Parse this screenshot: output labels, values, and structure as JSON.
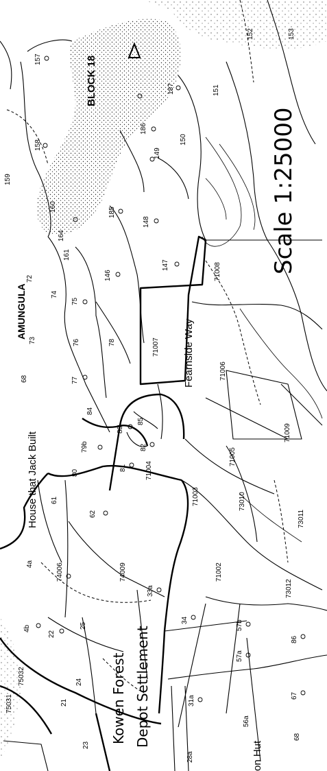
{
  "map": {
    "scale_note": "Scale 1:25000",
    "place_labels": {
      "block": "BLOCK 18",
      "locality": "AMUNGULA",
      "road": "Fearnside Way",
      "house": "House that Jack Built",
      "forest_depot": "Kowen Forest",
      "depot_settlement": "Depot Settlement",
      "hut": "on Hut"
    },
    "compartments": [
      "157",
      "158",
      "159",
      "160",
      "161",
      "164",
      "147",
      "148",
      "149",
      "150",
      "151",
      "152",
      "153",
      "185",
      "186",
      "187",
      "146",
      "72",
      "73",
      "74",
      "75",
      "76",
      "77",
      "78",
      "68",
      "79b",
      "80",
      "81",
      "82",
      "83",
      "84",
      "85",
      "61",
      "62",
      "74006",
      "74009",
      "71004",
      "71003",
      "71002",
      "71007",
      "71006",
      "71005",
      "71008",
      "71009",
      "73010",
      "73011",
      "73012",
      "4a",
      "4b",
      "22",
      "24",
      "25",
      "33a",
      "34",
      "31a",
      "57a",
      "57b",
      "56a",
      "67",
      "68",
      "86",
      "23",
      "21",
      "75031",
      "75032",
      "28a"
    ],
    "icons": [
      "survey-triangle-icon"
    ]
  }
}
